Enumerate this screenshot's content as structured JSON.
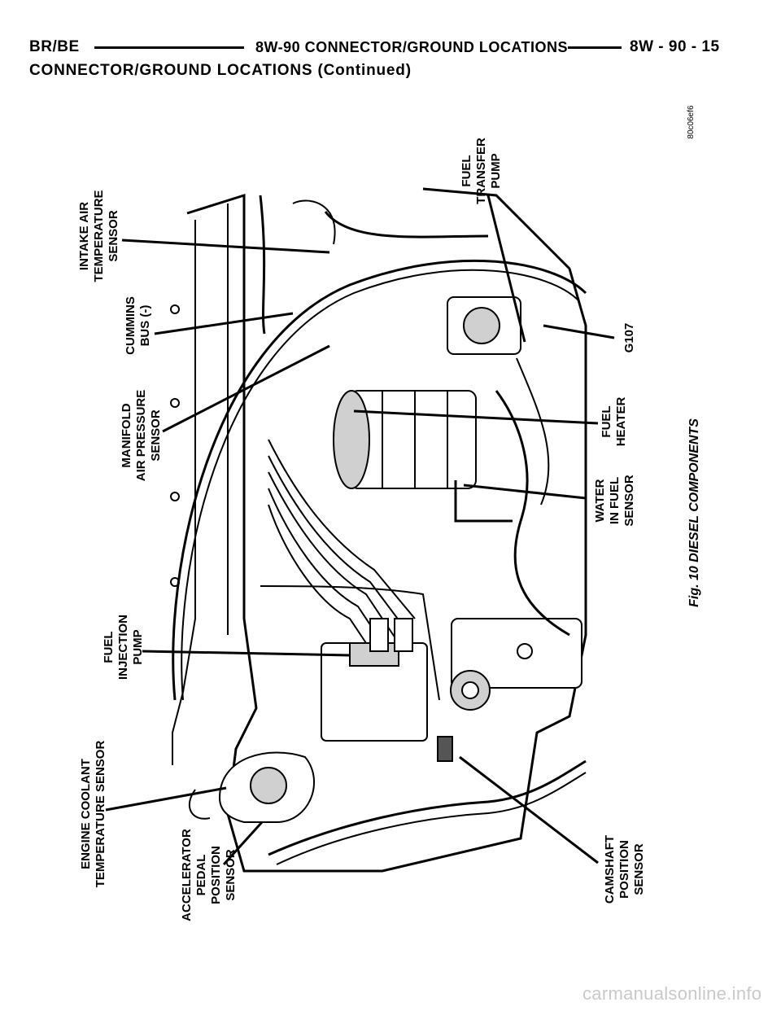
{
  "header": {
    "left": "BR/BE",
    "center": "8W-90 CONNECTOR/GROUND LOCATIONS",
    "right": "8W - 90 - 15"
  },
  "subtitle": "CONNECTOR/GROUND LOCATIONS (Continued)",
  "figure": {
    "id_code": "80c06ef6",
    "caption": "Fig. 10 DIESEL COMPONENTS",
    "labels": {
      "fuel_transfer_pump": [
        "FUEL",
        "TRANSFER",
        "PUMP"
      ],
      "intake_air_temperature_sensor": [
        "INTAKE AIR",
        "TEMPERATURE",
        "SENSOR"
      ],
      "cummins_bus": [
        "CUMMINS",
        "BUS (-)"
      ],
      "manifold_air_pressure_sensor": [
        "MANIFOLD",
        "AIR PRESSURE",
        "SENSOR"
      ],
      "fuel_injection_pump": [
        "FUEL",
        "INJECTION",
        "PUMP"
      ],
      "engine_coolant_temperature_sensor": [
        "ENGINE COOLANT",
        "TEMPERATURE SENSOR"
      ],
      "accelerator_pedal_position_sensor": [
        "ACCELERATOR",
        "PEDAL",
        "POSITION",
        "SENSOR"
      ],
      "g107": [
        "G107"
      ],
      "fuel_heater": [
        "FUEL",
        "HEATER"
      ],
      "water_in_fuel_sensor": [
        "WATER",
        "IN FUEL",
        "SENSOR"
      ],
      "camshaft_position_sensor": [
        "CAMSHAFT",
        "POSITION",
        "SENSOR"
      ]
    }
  },
  "watermark": "carmanualsonline.info"
}
